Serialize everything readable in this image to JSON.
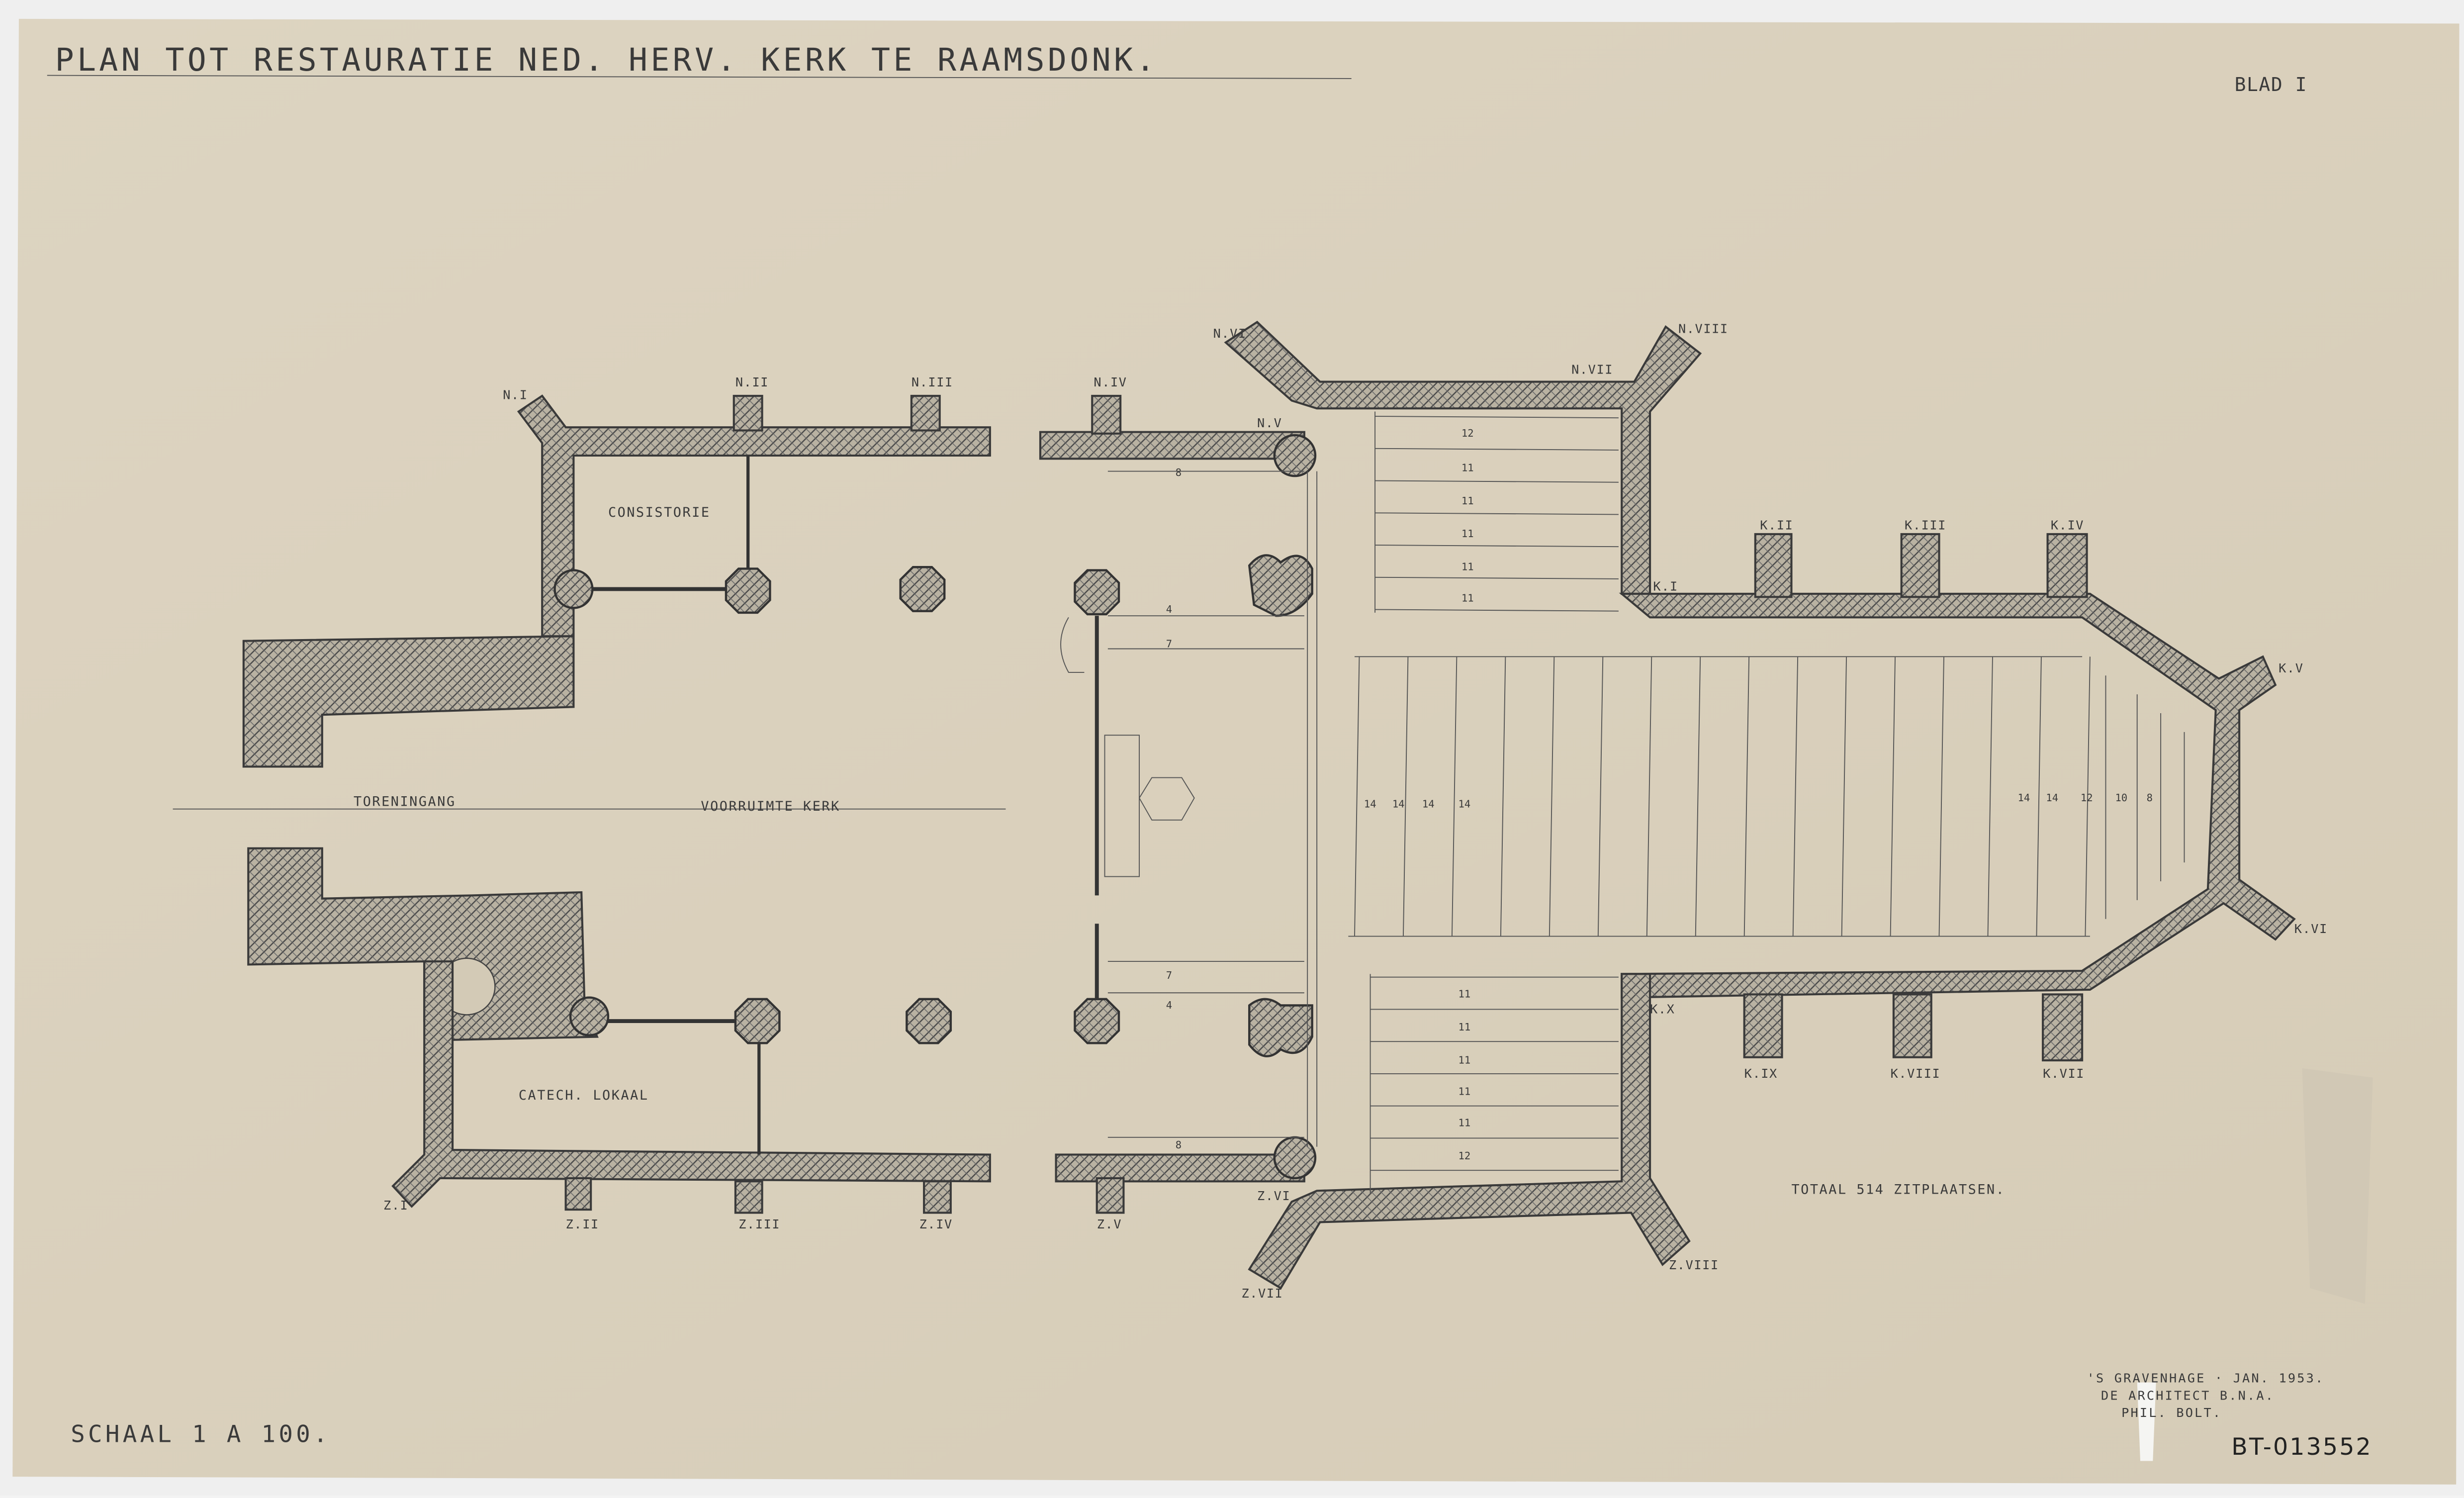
{
  "title": "PLAN TOT RESTAURATIE NED. HERV. KERK TE RAAMSDONK.",
  "sheet": "BLAD I",
  "scale": "SCHAAL 1 A 100.",
  "signature": {
    "line1": "'S GRAVENHAGE · JAN. 1953.",
    "line2": "DE ARCHITECT B.N.A.",
    "line3": "PHIL. BOLT."
  },
  "archive_number": "BT-013552",
  "total": "TOTAAL 514 ZITPLAATSEN.",
  "rooms": {
    "consistorie": "CONSISTORIE",
    "toreningang": "TORENINGANG",
    "voorruimte": "VOORRUIMTE KERK",
    "catech": "CATECH. LOKAAL"
  },
  "buttresses": {
    "north": [
      "N.I",
      "N.II",
      "N.III",
      "N.IV",
      "N.V",
      "N.VI",
      "N.VII",
      "N.VIII"
    ],
    "south": [
      "Z.I",
      "Z.II",
      "Z.III",
      "Z.IV",
      "Z.V",
      "Z.VI",
      "Z.VII",
      "Z.VIII"
    ],
    "choir": [
      "K.I",
      "K.II",
      "K.III",
      "K.IV",
      "K.V",
      "K.VI",
      "K.VII",
      "K.VIII",
      "K.IX",
      "K.X"
    ]
  },
  "seats": {
    "north_transept": [
      "12",
      "11",
      "11",
      "11",
      "11",
      "11"
    ],
    "south_transept": [
      "11",
      "11",
      "11",
      "11",
      "11",
      "12"
    ],
    "nave_west": [
      "14",
      "14",
      "14",
      "14"
    ],
    "nave_east": [
      "14",
      "14",
      "12",
      "10",
      "8"
    ],
    "entrance_north": [
      "8",
      "4",
      "7"
    ],
    "entrance_south": [
      "7",
      "4",
      "8"
    ]
  },
  "colors": {
    "paper": "#d9d0bc",
    "ink": "#3a3a3a"
  }
}
